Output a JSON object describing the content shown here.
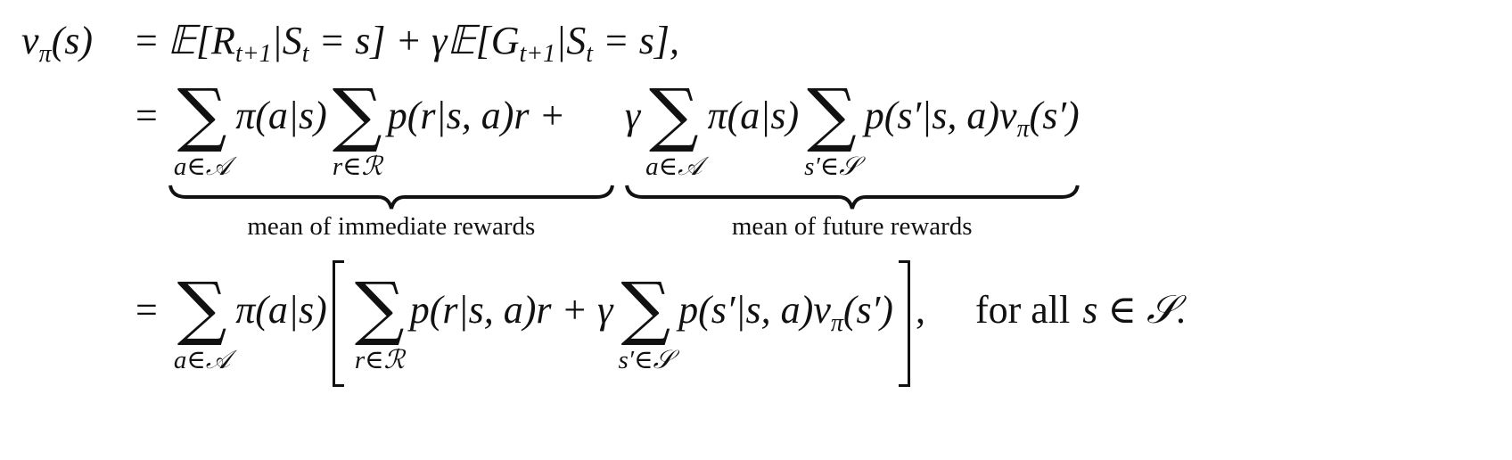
{
  "line1": {
    "lhs_v": "v",
    "lhs_sub": "π",
    "lhs_rest": "(s)",
    "eq": "=",
    "e1": "𝔼[R",
    "e1_sub": "t+1",
    "e1_bar": "|S",
    "e1_sub2": "t",
    "e1_rest": " = s] + γ𝔼[G",
    "e2_sub": "t+1",
    "e2_bar": "|S",
    "e2_sub2": "t",
    "e2_rest": " = s],"
  },
  "line2": {
    "eq": "=",
    "sum_symbol": "∑",
    "sub_a": "a∈𝒜",
    "sub_r": "r∈ℛ",
    "sub_s": "s′∈𝒮",
    "pi_as": "π(a|s)",
    "p_r": "p(r|s, a)r +",
    "gamma": "γ",
    "p_s": "p(s′|s, a)v",
    "v_sub": "π",
    "v_rest": "(s′)",
    "label_immediate": "mean of immediate rewards",
    "label_future": "mean of future rewards"
  },
  "line3": {
    "eq": "=",
    "pi_as": "π(a|s)",
    "p_r": "p(r|s, a)r + γ",
    "p_s": "p(s′|s, a)v",
    "v_sub": "π",
    "v_rest": "(s′)",
    "comma": ",",
    "for_all": "for all",
    "condition": "s ∈ 𝒮."
  }
}
